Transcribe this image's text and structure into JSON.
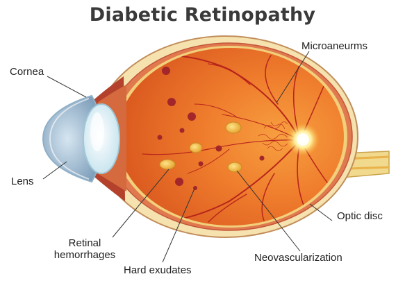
{
  "title": "Diabetic Retinopathy",
  "labels": {
    "cornea": "Cornea",
    "lens": "Lens",
    "retinal_hemorrhages_line1": "Retinal",
    "retinal_hemorrhages_line2": "hemorrhages",
    "hard_exudates": "Hard exudates",
    "microaneurms": "Microaneurms",
    "optic_disc": "Optic disc",
    "neovascularization": "Neovascularization"
  },
  "colors": {
    "sclera": "#f3dfa8",
    "choroid": "#d9584a",
    "interior": "#ee7b2c",
    "cornea": "#a9c6dc",
    "lens": "#eef7fb",
    "vessel": "#b8251b",
    "exudate": "#f7c24a",
    "hemorrhage": "#a3262a",
    "optic_disc": "#fff4b0"
  }
}
